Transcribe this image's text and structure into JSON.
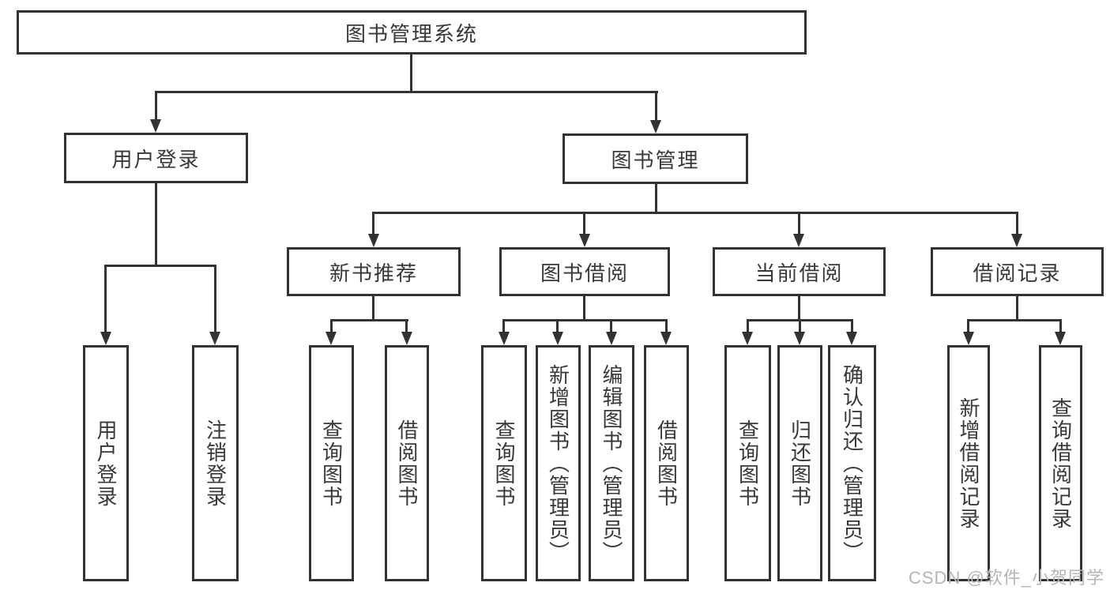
{
  "diagram": {
    "root": "图书管理系统",
    "login_branch": {
      "label": "用户登录",
      "children": [
        "用户登录",
        "注销登录"
      ]
    },
    "mgmt_branch": {
      "label": "图书管理",
      "children": [
        {
          "label": "新书推荐",
          "children": [
            "查询图书",
            "借阅图书"
          ]
        },
        {
          "label": "图书借阅",
          "children": [
            "查询图书",
            "新增图书（管理员）",
            "编辑图书（管理员）",
            "借阅图书"
          ]
        },
        {
          "label": "当前借阅",
          "children": [
            "查询图书",
            "归还图书",
            "确认归还（管理员）"
          ]
        },
        {
          "label": "借阅记录",
          "children": [
            "新增借阅记录",
            "查询借阅记录"
          ]
        }
      ]
    }
  },
  "watermark": "CSDN @软件_小贺同学",
  "colors": {
    "line": "#333333",
    "text": "#383838",
    "watermark": "#b5b5b5",
    "background": "#ffffff"
  }
}
